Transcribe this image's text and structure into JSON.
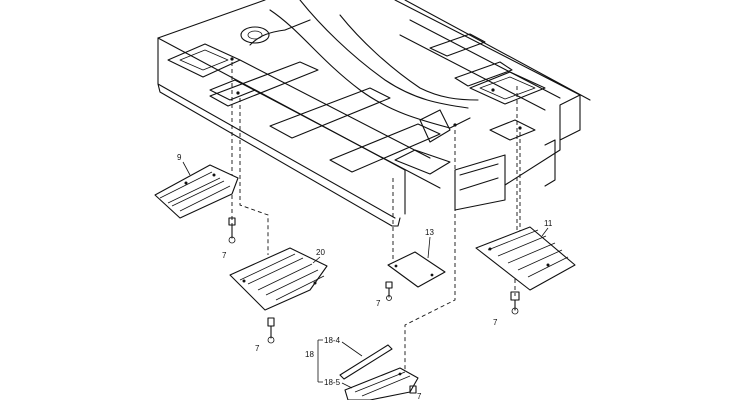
{
  "callouts": {
    "p9": "9",
    "p20": "20",
    "p13": "13",
    "p11": "11",
    "p18": "18",
    "p18_4": "18-4",
    "p18_5": "18-5",
    "bolt_a": "7",
    "bolt_b": "7",
    "bolt_c": "7",
    "bolt_d": "7",
    "bolt_e": "7"
  }
}
